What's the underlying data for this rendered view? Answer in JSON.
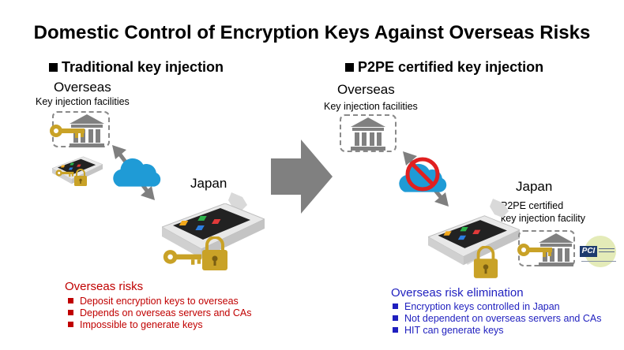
{
  "title": "Domestic Control of Encryption Keys Against Overseas Risks",
  "left": {
    "heading": "Traditional key injection",
    "overseas_label": "Overseas",
    "facility_label": "Key injection facilities",
    "japan_label": "Japan",
    "risks_title": "Overseas risks",
    "risks": [
      "Deposit encryption keys to overseas",
      "Depends on overseas servers and CAs",
      "Impossible to generate keys"
    ]
  },
  "right": {
    "heading": "P2PE certified key injection",
    "overseas_label": "Overseas",
    "facility_label": "Key injection facilities",
    "japan_label": "Japan",
    "certified_label_1": "P2PE certified",
    "certified_label_2": "key injection facility",
    "pci_logo_text": "PCI",
    "elimination_title": "Overseas risk elimination",
    "eliminations": [
      "Encryption keys controlled in Japan",
      "Not dependent on overseas servers and CAs",
      "HIT can generate keys"
    ]
  },
  "colors": {
    "risk_red": "#c00000",
    "elim_blue": "#1f1fbf",
    "key_gold": "#c9a227",
    "cloud_blue": "#1f9bd6",
    "arrow_gray": "#7f7f7f",
    "prohibit_red": "#e02020"
  },
  "icons": [
    "bank-icon",
    "key-icon",
    "padlock-icon",
    "cloud-icon",
    "payment-terminal-icon",
    "japan-map-icon",
    "prohibited-icon",
    "right-arrow-icon",
    "double-arrow-icon",
    "pci-logo-icon"
  ]
}
